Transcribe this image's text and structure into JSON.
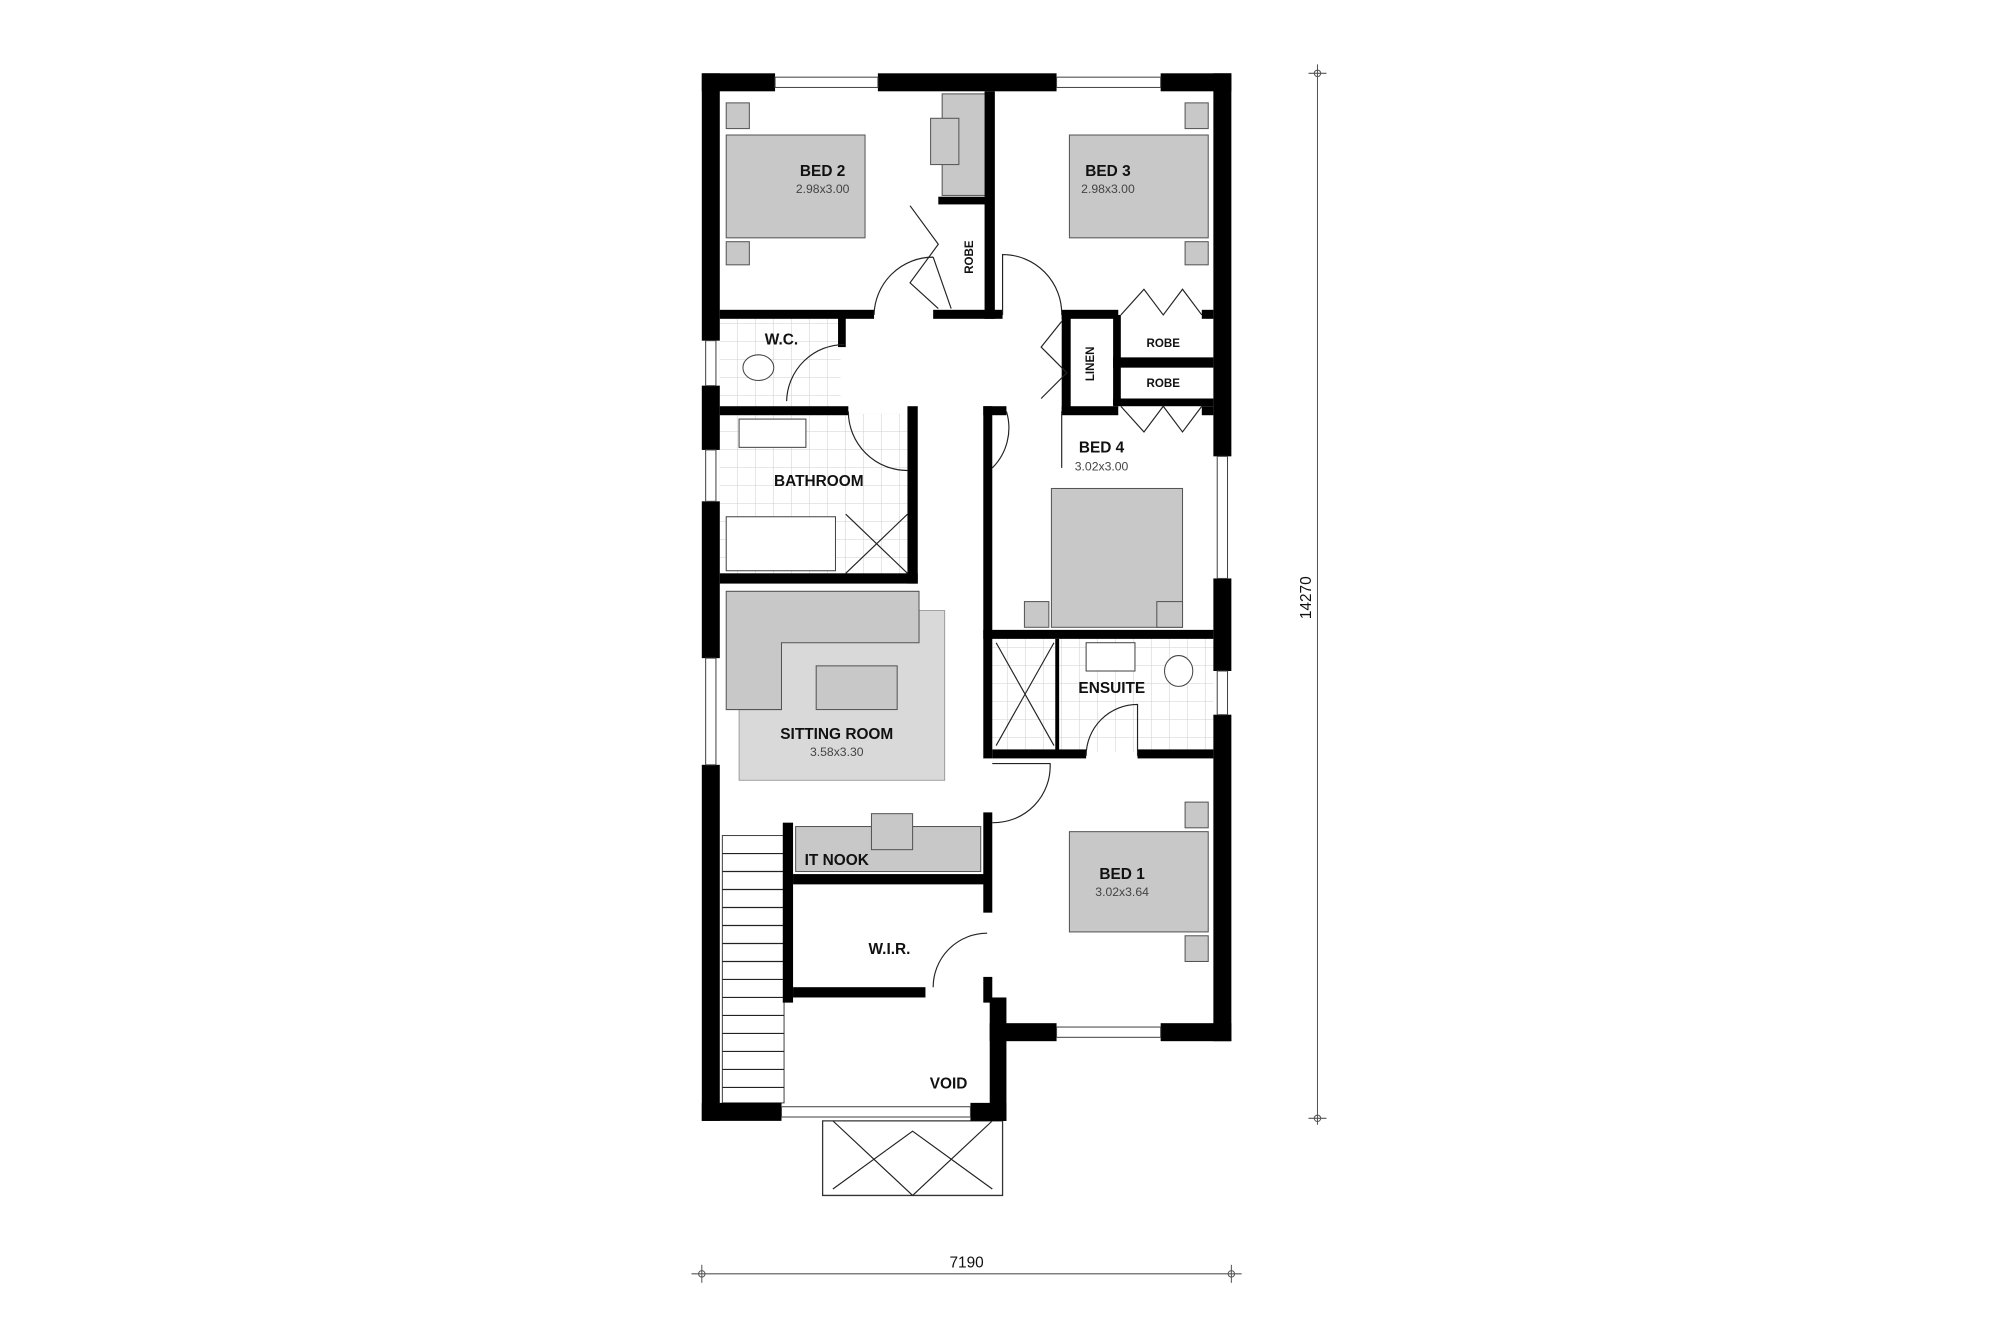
{
  "rooms": {
    "bed2": {
      "name": "BED 2",
      "size": "2.98x3.00"
    },
    "bed3": {
      "name": "BED 3",
      "size": "2.98x3.00"
    },
    "bed4": {
      "name": "BED 4",
      "size": "3.02x3.00"
    },
    "bed1": {
      "name": "BED 1",
      "size": "3.02x3.64"
    },
    "sitting": {
      "name": "SITTING ROOM",
      "size": "3.58x3.30"
    },
    "wc": {
      "name": "W.C."
    },
    "bathroom": {
      "name": "BATHROOM"
    },
    "ensuite": {
      "name": "ENSUITE"
    },
    "it_nook": {
      "name": "IT NOOK"
    },
    "wir": {
      "name": "W.I.R."
    },
    "void": {
      "name": "VOID"
    },
    "robe_bed2": {
      "name": "ROBE"
    },
    "linen": {
      "name": "LINEN"
    },
    "robe_bed3": {
      "name": "ROBE"
    },
    "robe_bed4": {
      "name": "ROBE"
    }
  },
  "dimensions": {
    "overall_depth": "14270",
    "overall_width": "7190"
  },
  "colors": {
    "wall": "#000000",
    "furniture": "#c8c8c8",
    "rug": "#d9d9d9",
    "tile_grid": "#cfcfcf"
  }
}
